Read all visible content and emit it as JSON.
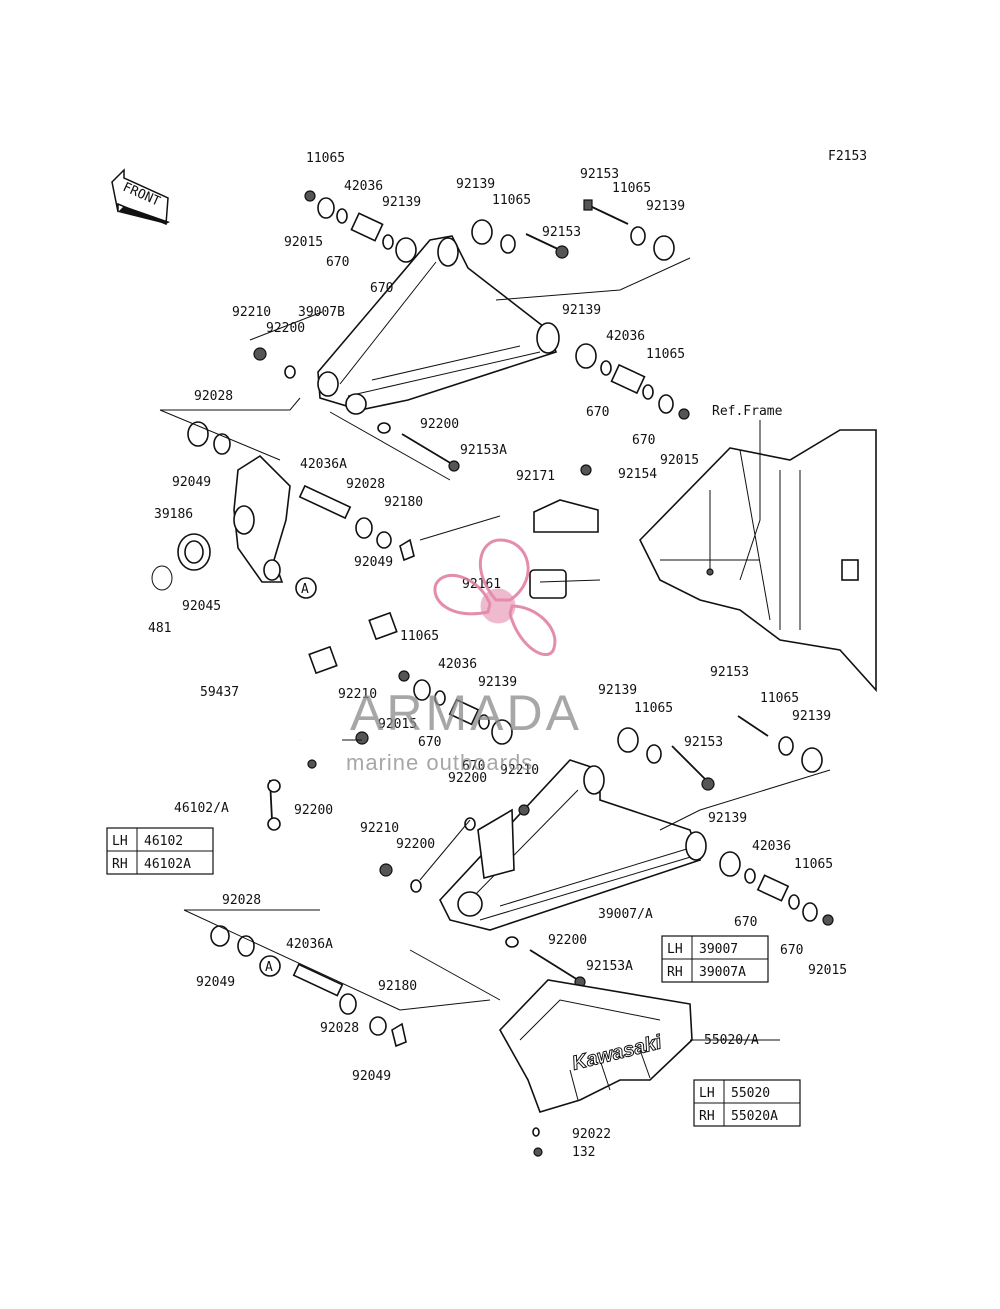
{
  "figure_code": "F2153",
  "front_label": "FRONT",
  "ref_frame_label": "Ref.Frame",
  "watermark": {
    "brand": "ARMADA",
    "tagline": "marine outboards",
    "logo_color": "#e0799f",
    "text_color": "#8a8a8a"
  },
  "circle_marker": "A",
  "callouts": [
    {
      "id": "c1",
      "text": "11065"
    },
    {
      "id": "c2",
      "text": "42036"
    },
    {
      "id": "c3",
      "text": "92015"
    },
    {
      "id": "c4",
      "text": "670"
    },
    {
      "id": "c5",
      "text": "92139"
    },
    {
      "id": "c6",
      "text": "670"
    },
    {
      "id": "c7",
      "text": "92139"
    },
    {
      "id": "c8",
      "text": "11065"
    },
    {
      "id": "c9",
      "text": "92153"
    },
    {
      "id": "c10",
      "text": "92153"
    },
    {
      "id": "c11",
      "text": "11065"
    },
    {
      "id": "c12",
      "text": "92139"
    },
    {
      "id": "c13",
      "text": "92210"
    },
    {
      "id": "c14",
      "text": "39007B"
    },
    {
      "id": "c15",
      "text": "92200"
    },
    {
      "id": "c16",
      "text": "92139"
    },
    {
      "id": "c17",
      "text": "42036"
    },
    {
      "id": "c18",
      "text": "11065"
    },
    {
      "id": "c19",
      "text": "92028"
    },
    {
      "id": "c20",
      "text": "92200"
    },
    {
      "id": "c21",
      "text": "670"
    },
    {
      "id": "c22",
      "text": "670"
    },
    {
      "id": "c23",
      "text": "92153A"
    },
    {
      "id": "c24",
      "text": "92015"
    },
    {
      "id": "c25",
      "text": "92049"
    },
    {
      "id": "c26",
      "text": "42036A"
    },
    {
      "id": "c27",
      "text": "92171"
    },
    {
      "id": "c28",
      "text": "92154"
    },
    {
      "id": "c29",
      "text": "92028"
    },
    {
      "id": "c30",
      "text": "92180"
    },
    {
      "id": "c31",
      "text": "39186"
    },
    {
      "id": "c32",
      "text": "92049"
    },
    {
      "id": "c33",
      "text": "92161"
    },
    {
      "id": "c34",
      "text": "92045"
    },
    {
      "id": "c35",
      "text": "481"
    },
    {
      "id": "c36",
      "text": "11065"
    },
    {
      "id": "c37",
      "text": "42036"
    },
    {
      "id": "c38",
      "text": "92139"
    },
    {
      "id": "c39",
      "text": "92139"
    },
    {
      "id": "c40",
      "text": "92153"
    },
    {
      "id": "c41",
      "text": "11065"
    },
    {
      "id": "c42",
      "text": "92139"
    },
    {
      "id": "c43",
      "text": "59437"
    },
    {
      "id": "c44",
      "text": "92210"
    },
    {
      "id": "c45",
      "text": "11065"
    },
    {
      "id": "c46",
      "text": "92015"
    },
    {
      "id": "c47",
      "text": "670"
    },
    {
      "id": "c48",
      "text": "670"
    },
    {
      "id": "c49",
      "text": "92210"
    },
    {
      "id": "c50",
      "text": "92153"
    },
    {
      "id": "c51",
      "text": "92200"
    },
    {
      "id": "c52",
      "text": "46102/A"
    },
    {
      "id": "c53",
      "text": "92200"
    },
    {
      "id": "c54",
      "text": "92210"
    },
    {
      "id": "c55",
      "text": "92200"
    },
    {
      "id": "c56",
      "text": "92139"
    },
    {
      "id": "c57",
      "text": "42036"
    },
    {
      "id": "c58",
      "text": "11065"
    },
    {
      "id": "c59",
      "text": "92028"
    },
    {
      "id": "c60",
      "text": "39007/A"
    },
    {
      "id": "c61",
      "text": "670"
    },
    {
      "id": "c62",
      "text": "670"
    },
    {
      "id": "c63",
      "text": "92015"
    },
    {
      "id": "c64",
      "text": "42036A"
    },
    {
      "id": "c65",
      "text": "92200"
    },
    {
      "id": "c66",
      "text": "92153A"
    },
    {
      "id": "c67",
      "text": "92049"
    },
    {
      "id": "c68",
      "text": "92180"
    },
    {
      "id": "c69",
      "text": "55020/A"
    },
    {
      "id": "c70",
      "text": "92028"
    },
    {
      "id": "c71",
      "text": "92049"
    },
    {
      "id": "c72",
      "text": "92022"
    },
    {
      "id": "c73",
      "text": "132"
    }
  ],
  "tables": [
    {
      "id": "t1",
      "rows": [
        {
          "side": "LH",
          "part": "46102"
        },
        {
          "side": "RH",
          "part": "46102A"
        }
      ]
    },
    {
      "id": "t2",
      "rows": [
        {
          "side": "LH",
          "part": "39007"
        },
        {
          "side": "RH",
          "part": "39007A"
        }
      ]
    },
    {
      "id": "t3",
      "rows": [
        {
          "side": "LH",
          "part": "55020"
        },
        {
          "side": "RH",
          "part": "55020A"
        }
      ]
    }
  ],
  "guard_brand": "Kawasaki"
}
